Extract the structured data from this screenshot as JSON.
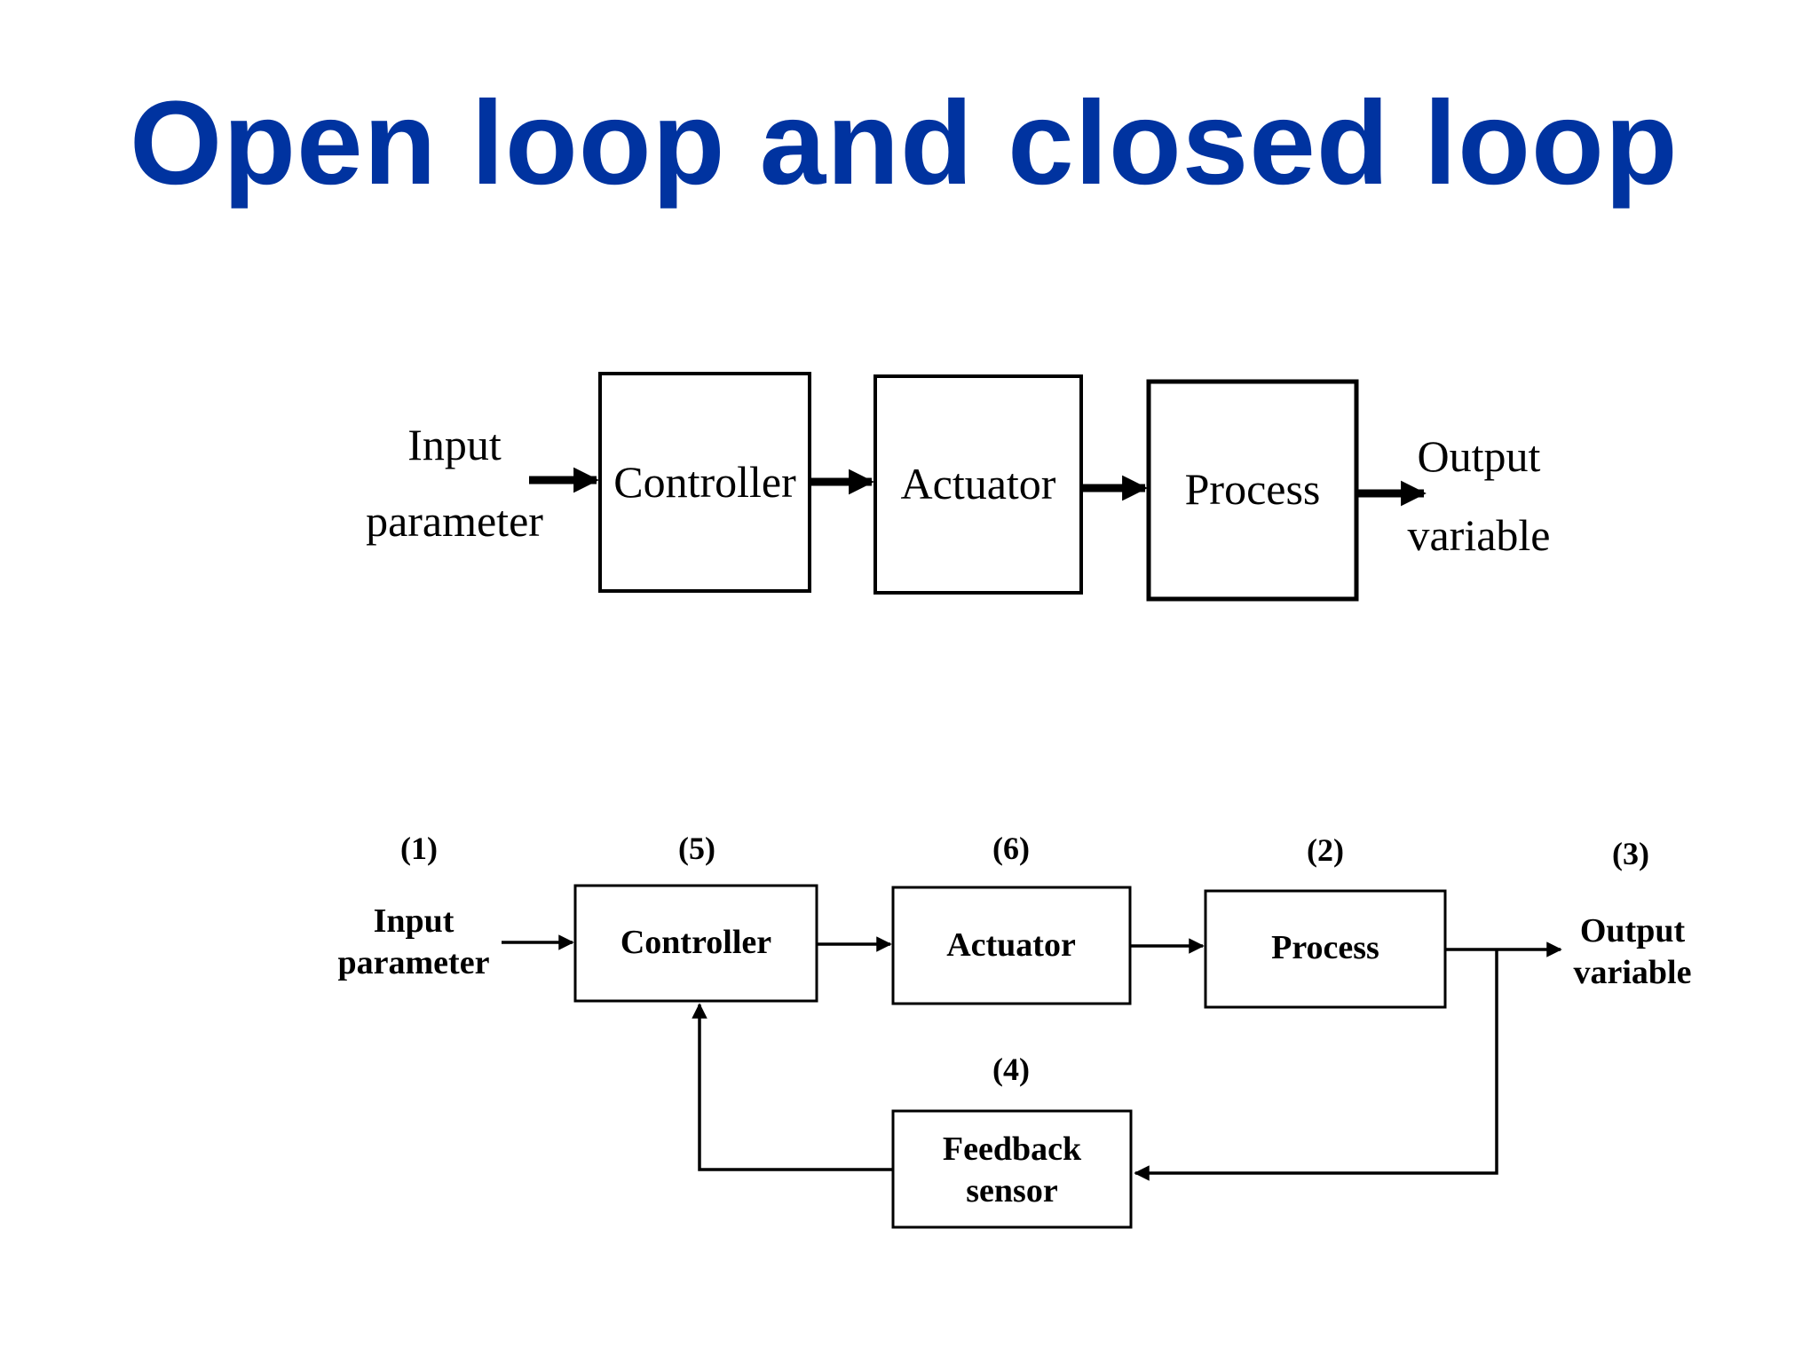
{
  "title": "Open loop and closed loop",
  "colors": {
    "title": "#0033a0"
  },
  "open_loop": {
    "input_label": [
      "Input",
      "parameter"
    ],
    "blocks": [
      "Controller",
      "Actuator",
      "Process"
    ],
    "output_label": [
      "Output",
      "variable"
    ]
  },
  "closed_loop": {
    "input": {
      "number": "(1)",
      "label": [
        "Input",
        "parameter"
      ]
    },
    "controller": {
      "number": "(5)",
      "label": "Controller"
    },
    "actuator": {
      "number": "(6)",
      "label": "Actuator"
    },
    "process": {
      "number": "(2)",
      "label": "Process"
    },
    "output": {
      "number": "(3)",
      "label": [
        "Output",
        "variable"
      ]
    },
    "feedback": {
      "number": "(4)",
      "label": [
        "Feedback",
        "sensor"
      ]
    }
  }
}
